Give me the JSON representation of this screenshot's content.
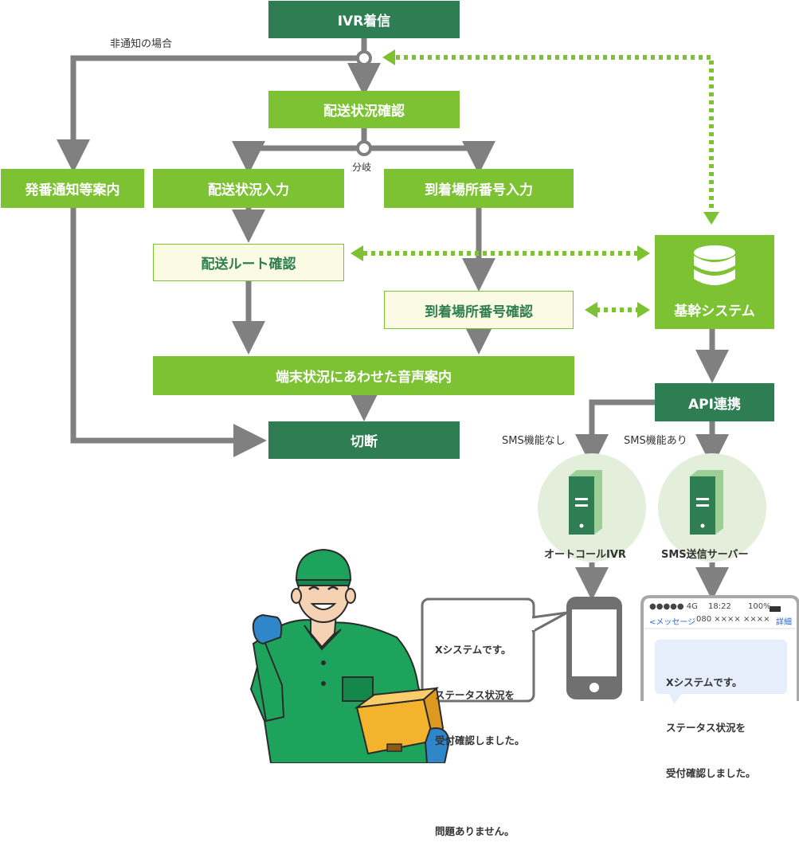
{
  "nodes": {
    "ivr_incoming": "IVR着信",
    "delivery_status_check": "配送状況確認",
    "number_notice_guide": "発番通知等案内",
    "delivery_status_input": "配送状況入力",
    "arrival_number_input": "到着場所番号入力",
    "delivery_route_check": "配送ルート確認",
    "arrival_number_check": "到着場所番号確認",
    "core_system": "基幹システム",
    "terminal_voice_guide": "端末状況にあわせた音声案内",
    "disconnect": "切断",
    "api_link": "API連携",
    "auto_call_ivr": "オートコールIVR",
    "sms_server": "SMS送信サーバー"
  },
  "labels": {
    "hidden_number": "非通知の場合",
    "branch": "分岐",
    "sms_none": "SMS機能なし",
    "sms_available": "SMS機能あり"
  },
  "bubble": {
    "lines": [
      "Xシステムです。",
      "ステータス状況を",
      "受付確認しました。",
      "",
      "問題ありません。"
    ]
  },
  "sms_phone": {
    "signal": "●●●●● 4G",
    "time": "18:22",
    "battery": "100%",
    "back": "<メッセージ",
    "number": "080 ×××× ××××",
    "detail": "詳細",
    "message_lines": [
      "Xシステムです。",
      "ステータス状況を",
      "受付確認しました。"
    ]
  },
  "icons": {
    "database": "database-icon",
    "server": "server-icon",
    "smartphone": "smartphone-icon",
    "worker": "delivery-worker-illustration"
  },
  "colors": {
    "dark_green": "#2e7d53",
    "light_green": "#7cc233",
    "pale_yellow": "#fbfbe3",
    "arrow_gray": "#808080",
    "dotted_green": "#7cc233"
  }
}
